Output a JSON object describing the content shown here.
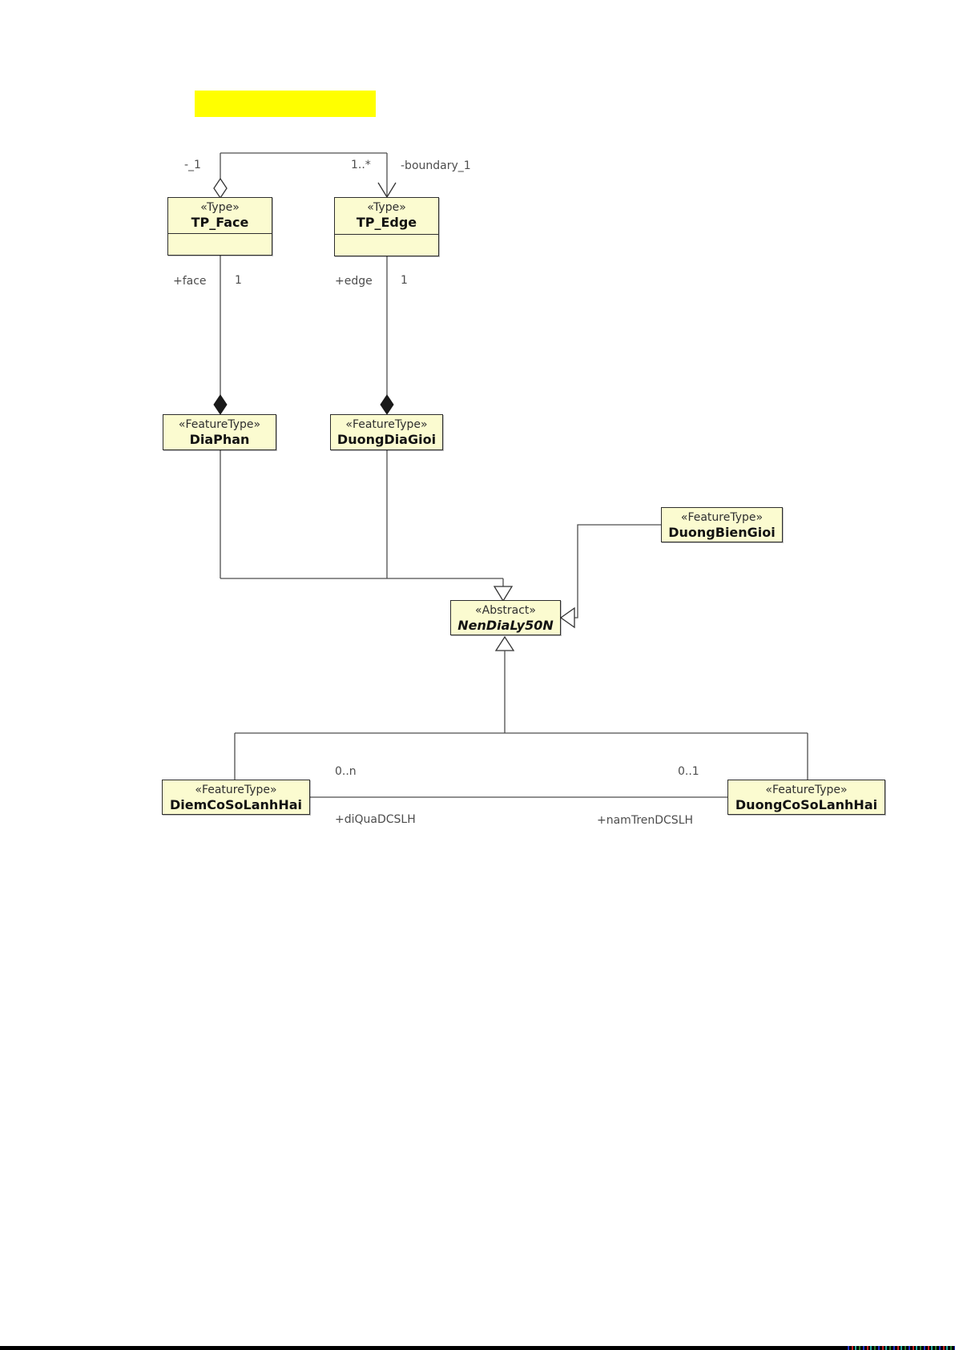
{
  "highlight": {
    "color": "#ffff00"
  },
  "diagram": {
    "classes": {
      "tp_face": {
        "stereotype": "«Type»",
        "name": "TP_Face"
      },
      "tp_edge": {
        "stereotype": "«Type»",
        "name": "TP_Edge"
      },
      "dia_phan": {
        "stereotype": "«FeatureType»",
        "name": "DiaPhan"
      },
      "duong_dia_gioi": {
        "stereotype": "«FeatureType»",
        "name": "DuongDiaGioi"
      },
      "duong_bien_gioi": {
        "stereotype": "«FeatureType»",
        "name": "DuongBienGioi"
      },
      "nen_dia_ly_50n": {
        "stereotype": "«Abstract»",
        "name": "NenDiaLy50N"
      },
      "diem_co_so_lanh_hai": {
        "stereotype": "«FeatureType»",
        "name": "DiemCoSoLanhHai"
      },
      "duong_co_so_lanh_hai": {
        "stereotype": "«FeatureType»",
        "name": "DuongCoSoLanhHai"
      }
    },
    "edge_labels": {
      "agg_left_mult": "-_1",
      "agg_right_mult": "1..*",
      "agg_right_role": "-boundary_1",
      "face_role": "+face",
      "face_mult": "1",
      "edge_role": "+edge",
      "edge_mult": "1",
      "assoc_left_mult": "0..n",
      "assoc_left_role": "+diQuaDCSLH",
      "assoc_right_mult": "0..1",
      "assoc_right_role": "+namTrenDCSLH"
    },
    "colors": {
      "box_fill": "#fbfbd0",
      "box_border": "#2e2e2e",
      "line": "#4d4d4d",
      "highlight": "#ffff00",
      "label_text": "#4d4d4d"
    }
  }
}
